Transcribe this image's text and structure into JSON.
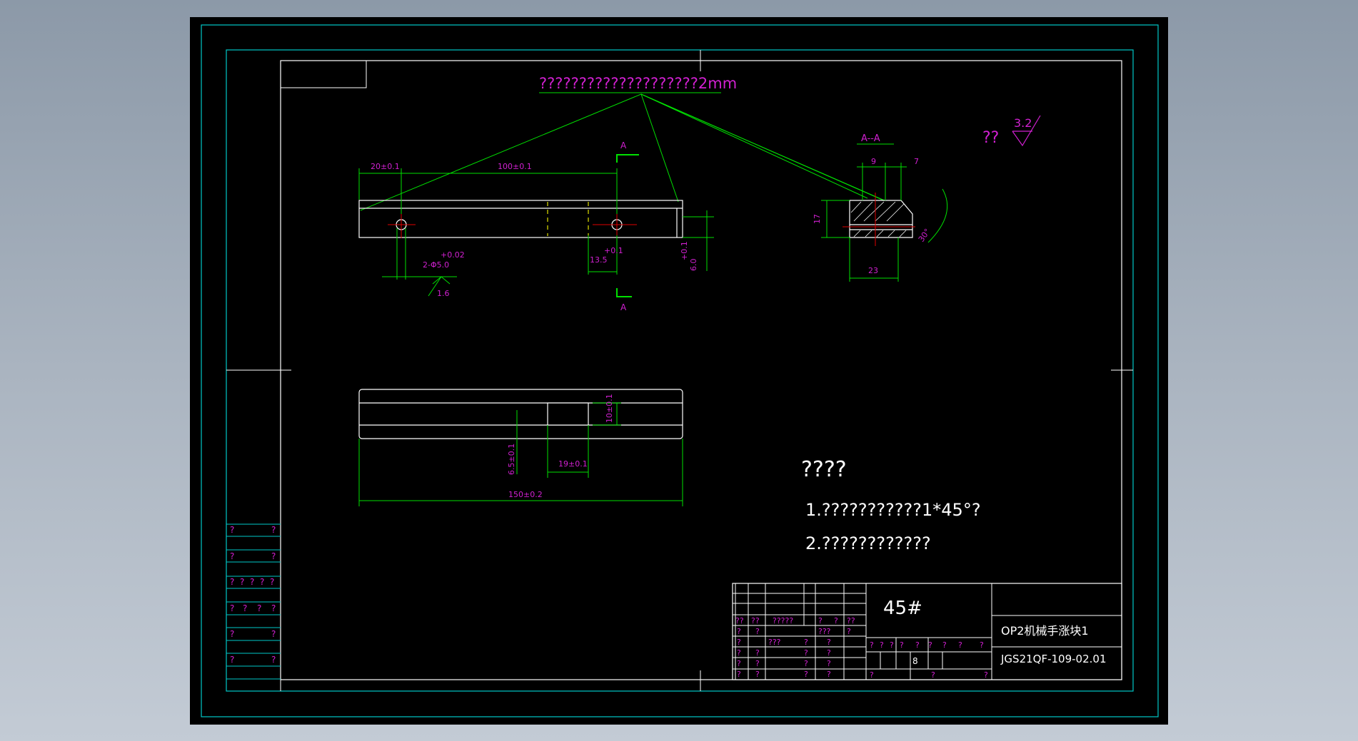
{
  "drawing": {
    "title_note": "????????????????????2mm",
    "roughness_label": "??",
    "roughness_value": "3.2",
    "section_label_top": "A",
    "section_label_bottom": "A",
    "section_title": "A--A",
    "dims": {
      "d_20": "20±0.1",
      "d_100": "100±0.1",
      "d_hole": "2-Φ5.0",
      "d_hole_tol": "+0.02",
      "d_rough": "1.6",
      "d_135": "13.5",
      "d_135_tol": "+0.1",
      "d_6": "6.0",
      "d_6_tol": "+0.1",
      "s_9": "9",
      "s_7": "7",
      "s_17": "17",
      "s_23": "23",
      "s_angle": "30°",
      "t_10": "10±0.1",
      "t_65": "6.5±0.1",
      "t_19": "19±0.1",
      "t_150": "150±0.2"
    },
    "notes": {
      "heading": "????",
      "line1": "1.???????????1*45°?",
      "line2": "2.????????????"
    },
    "title_block": {
      "material": "45#",
      "part_name": "OP2机械手涨块1",
      "drawing_no": "JGS21QF-109-02.01",
      "row_a": [
        "??",
        "??",
        "?????",
        "?",
        "?",
        "??"
      ],
      "row_b": [
        "?",
        "?",
        "???",
        "?"
      ],
      "row_b2": [
        "?",
        "???",
        "?",
        "?"
      ],
      "row_c": [
        "?",
        "?",
        "?",
        "?"
      ],
      "row_d": [
        "?",
        "?",
        "?",
        "?"
      ],
      "row_e": [
        "?",
        "?",
        "?",
        "?"
      ],
      "row_f": [
        "?",
        "?",
        "?",
        "?"
      ],
      "right_row": [
        "?",
        "?",
        "?",
        "?",
        "?",
        "?",
        "?",
        "?",
        "?"
      ],
      "sheet_val": "8",
      "bottom_row": [
        "?",
        "?",
        "?"
      ]
    },
    "side_table": [
      [
        "?",
        "?"
      ],
      [
        "?",
        "?"
      ],
      [
        "?",
        "?",
        "?",
        "?",
        "?"
      ],
      [
        "?",
        "?",
        "?",
        "?"
      ],
      [
        "?",
        "?"
      ],
      [
        "?",
        "?"
      ]
    ]
  }
}
